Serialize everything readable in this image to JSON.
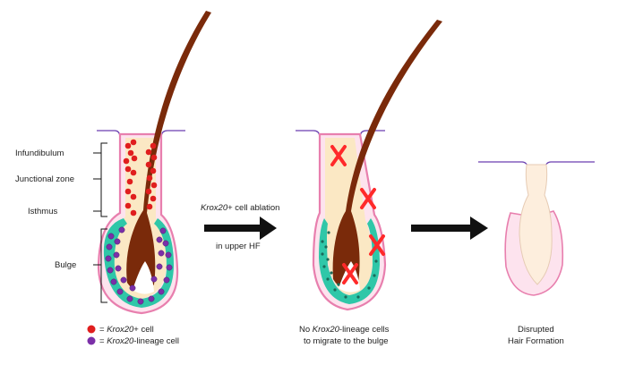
{
  "regions": {
    "infundibulum": "Infundibulum",
    "junctional_zone": "Junctional zone",
    "isthmus": "Isthmus",
    "bulge": "Bulge"
  },
  "arrow1": {
    "line1_italic": "Krox20",
    "line1_rest": "+ cell ablation",
    "line2": "in upper HF"
  },
  "legend": {
    "item1_prefix": "= ",
    "item1_italic": "Krox20",
    "item1_rest": "+ cell",
    "item2_prefix": "= ",
    "item2_italic": "Krox20",
    "item2_rest": "-lineage cell",
    "colors": {
      "krox20_cell": "#e01e1e",
      "lineage_cell": "#7b2fa8"
    }
  },
  "middle_caption": {
    "line1_prefix": "No ",
    "line1_italic": "Krox20",
    "line1_rest": "-lineage cells",
    "line2": "to migrate to the bulge"
  },
  "right_caption": {
    "line1": "Disrupted",
    "line2": "Hair Formation"
  },
  "colors": {
    "hair": "#7a2a0a",
    "follicle_outline": "#e87fae",
    "follicle_fill": "#fde3ee",
    "inner_sheath": "#fbe8c4",
    "bulge_teal": "#2fc7a8",
    "skin_line": "#6a3fb0",
    "ablation_x": "#ff2a2a",
    "arrow": "#111111"
  }
}
